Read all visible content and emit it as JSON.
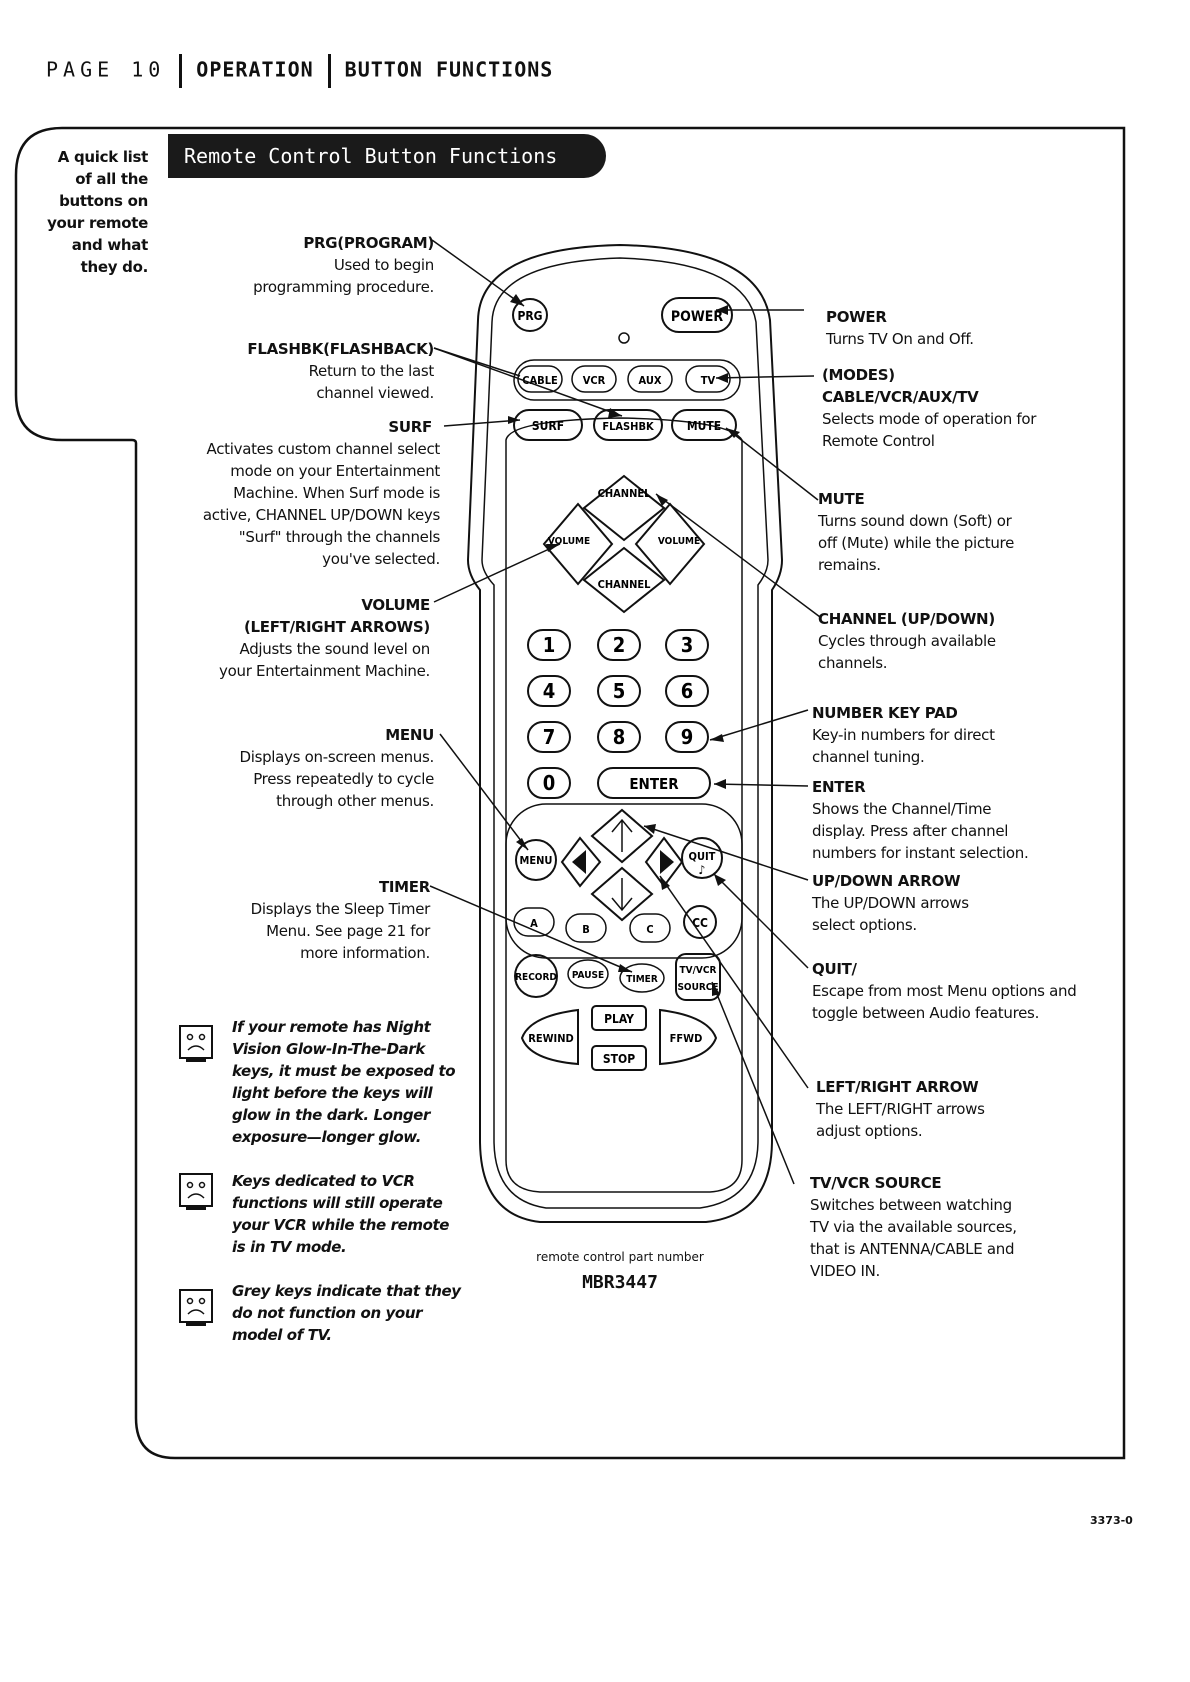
{
  "header": {
    "page": "PAGE 10",
    "section": "OPERATION",
    "topic": "BUTTON FUNCTIONS"
  },
  "title": "Remote Control Button Functions",
  "intro": [
    "A quick list",
    "of all the",
    "buttons on",
    "your remote",
    "and what",
    "they do."
  ],
  "labels_left": [
    {
      "name": "PRG(PROGRAM)",
      "desc": [
        "Used to begin",
        "programming procedure."
      ]
    },
    {
      "name": "FLASHBK(FLASHBACK)",
      "desc": [
        "Return to the last",
        "channel viewed."
      ]
    },
    {
      "name": "SURF",
      "desc": [
        "Activates custom channel select",
        "mode on your Entertainment",
        "Machine. When Surf mode is",
        "active, CHANNEL UP/DOWN keys",
        "\"Surf\" through the channels",
        "you've selected."
      ]
    },
    {
      "name": "VOLUME",
      "name2": "(LEFT/RIGHT ARROWS)",
      "desc": [
        "Adjusts the sound level on",
        "your Entertainment Machine."
      ]
    },
    {
      "name": "MENU",
      "desc": [
        "Displays on-screen menus.",
        "Press repeatedly to cycle",
        "through other menus."
      ]
    },
    {
      "name": "TIMER",
      "desc": [
        "Displays the Sleep Timer",
        "Menu. See page 21 for",
        "more information."
      ]
    }
  ],
  "labels_right": [
    {
      "name": "POWER",
      "desc": [
        "Turns TV On and Off."
      ]
    },
    {
      "name": "(MODES)",
      "name2": "CABLE/VCR/AUX/TV",
      "desc": [
        "Selects mode of operation for",
        "Remote Control"
      ]
    },
    {
      "name": "MUTE",
      "desc": [
        "Turns sound down (Soft) or",
        "off (Mute) while the picture",
        "remains."
      ]
    },
    {
      "name": "CHANNEL (UP/DOWN)",
      "desc": [
        "Cycles through available",
        "channels."
      ]
    },
    {
      "name": "NUMBER KEY PAD",
      "desc": [
        "Key-in numbers for direct",
        "channel tuning."
      ]
    },
    {
      "name": "ENTER",
      "desc": [
        "Shows the Channel/Time",
        "display. Press after channel",
        "numbers for instant selection."
      ]
    },
    {
      "name": "UP/DOWN ARROW",
      "desc": [
        "The UP/DOWN arrows",
        "select options."
      ]
    },
    {
      "name": "QUIT/",
      "desc": [
        "Escape from most Menu options and",
        "toggle between Audio features."
      ]
    },
    {
      "name": "LEFT/RIGHT ARROW",
      "desc": [
        "The LEFT/RIGHT arrows",
        "adjust options."
      ]
    },
    {
      "name": "TV/VCR SOURCE",
      "desc": [
        "Switches between watching",
        "TV via the available sources,",
        "that is ANTENNA/CABLE and",
        "VIDEO IN."
      ]
    }
  ],
  "notes": [
    [
      "If your remote has Night",
      "Vision Glow-In-The-Dark",
      "keys, it must be exposed to",
      "light before the keys will",
      "glow in the dark. Longer",
      "exposure—longer glow."
    ],
    [
      "Keys dedicated to VCR",
      "functions will still operate",
      "your VCR while the remote",
      "is in TV mode."
    ],
    [
      "Grey keys indicate that they",
      "do not function on your",
      "model of TV."
    ]
  ],
  "remote_buttons": {
    "prg": "PRG",
    "power": "POWER",
    "modes": [
      "CABLE",
      "VCR",
      "AUX",
      "TV"
    ],
    "surf": "SURF",
    "flashbk": "FLASHBK",
    "mute": "MUTE",
    "channel": "CHANNEL",
    "volume": "VOLUME",
    "digits": [
      "1",
      "2",
      "3",
      "4",
      "5",
      "6",
      "7",
      "8",
      "9",
      "0"
    ],
    "enter": "ENTER",
    "menu": "MENU",
    "quit": "QUIT",
    "abc": [
      "A",
      "B",
      "C"
    ],
    "cc": "CC",
    "record": "RECORD",
    "pause": "PAUSE",
    "timer": "TIMER",
    "tvvcr": "TV/VCR",
    "source": "SOURCE",
    "play": "PLAY",
    "stop": "STOP",
    "rewind": "REWIND",
    "ffwd": "FFWD"
  },
  "part_label": "remote control part number",
  "part_number": "MBR3447",
  "doc_number": "3373-0"
}
